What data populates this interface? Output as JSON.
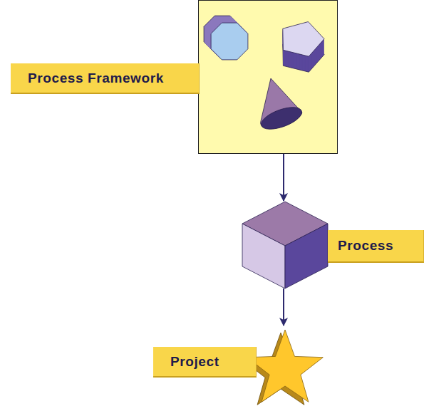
{
  "diagram": {
    "nodes": [
      {
        "text": [
          "Process Framework"
        ]
      },
      {
        "text": [
          "Process"
        ]
      },
      {
        "text": [
          "Project"
        ]
      }
    ],
    "edges": [
      {
        "from": 0,
        "to": 1,
        "arrow": "to"
      },
      {
        "from": 1,
        "to": 2,
        "arrow": "to"
      }
    ]
  }
}
